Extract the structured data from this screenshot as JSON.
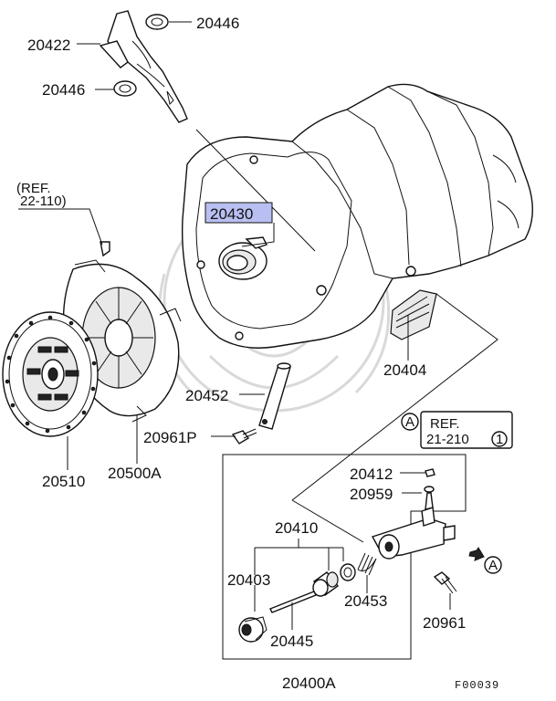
{
  "figure_code": "F00039",
  "highlight_color": "#b9bff0",
  "parts": {
    "p20446_top": "20446",
    "p20422": "20422",
    "p20446_mid": "20446",
    "p20430": "20430",
    "p20404": "20404",
    "p20452": "20452",
    "p20961P": "20961P",
    "p20510": "20510",
    "p20500A": "20500A",
    "p20412": "20412",
    "p20959": "20959",
    "p20410": "20410",
    "p20403": "20403",
    "p20453": "20453",
    "p20961": "20961",
    "p20445": "20445",
    "p20400A": "20400A"
  },
  "refs": {
    "ref1_label": "(REF.",
    "ref1_num": "22-110)",
    "ref2_prefix": "A",
    "ref2_label": "REF.",
    "ref2_num": "21-210",
    "ref2_circle": "1",
    "arrow_marker": "A"
  }
}
